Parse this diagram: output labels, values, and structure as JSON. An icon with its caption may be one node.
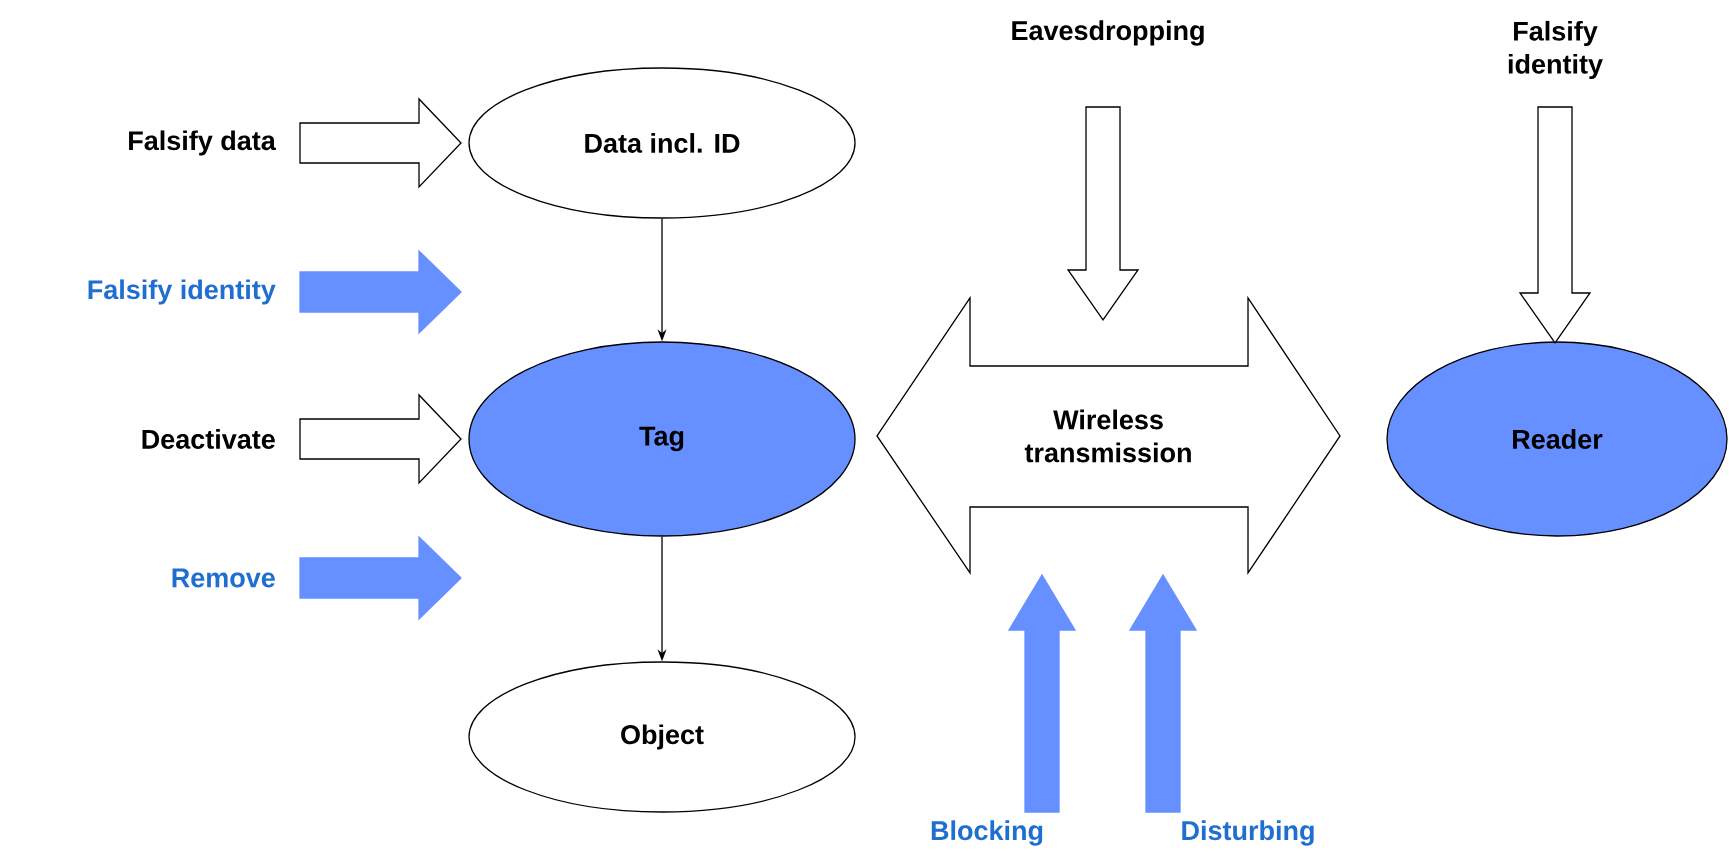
{
  "diagram": {
    "nodes": [
      {
        "text": [
          "Data incl. ID"
        ]
      },
      {
        "text": [
          "Tag"
        ]
      },
      {
        "text": [
          "Object"
        ]
      },
      {
        "text": [
          "Wireless transmission"
        ]
      },
      {
        "text": [
          "Reader"
        ]
      },
      {
        "text": [
          "Falsify data"
        ]
      },
      {
        "text": [
          "Falsify identity"
        ]
      },
      {
        "text": [
          "Deactivate"
        ]
      },
      {
        "text": [
          "Remove"
        ]
      },
      {
        "text": [
          "Eavesdropping"
        ]
      },
      {
        "text": [
          "Falsify identity"
        ]
      },
      {
        "text": [
          "Blocking"
        ]
      },
      {
        "text": [
          "Disturbing"
        ]
      }
    ],
    "edges": [
      {
        "from": 0,
        "to": 1,
        "arrow": "to"
      },
      {
        "from": 1,
        "to": 2,
        "arrow": "to"
      },
      {
        "from": 5,
        "to": 0,
        "arrow": "to",
        "style": "thick"
      },
      {
        "from": 6,
        "to": null,
        "arrow": "to",
        "style": "thick",
        "color": "#6690ff"
      },
      {
        "from": 7,
        "to": 1,
        "arrow": "to",
        "style": "thick"
      },
      {
        "from": 8,
        "to": null,
        "arrow": "to",
        "style": "thick",
        "color": "#6690ff"
      },
      {
        "from": 9,
        "to": 3,
        "arrow": "to",
        "style": "thick"
      },
      {
        "from": 10,
        "to": 4,
        "arrow": "to",
        "style": "thick"
      },
      {
        "from": 11,
        "to": 3,
        "arrow": "to",
        "style": "thick",
        "color": "#6690ff"
      },
      {
        "from": 12,
        "to": 3,
        "arrow": "to",
        "style": "thick",
        "color": "#6690ff"
      }
    ]
  }
}
